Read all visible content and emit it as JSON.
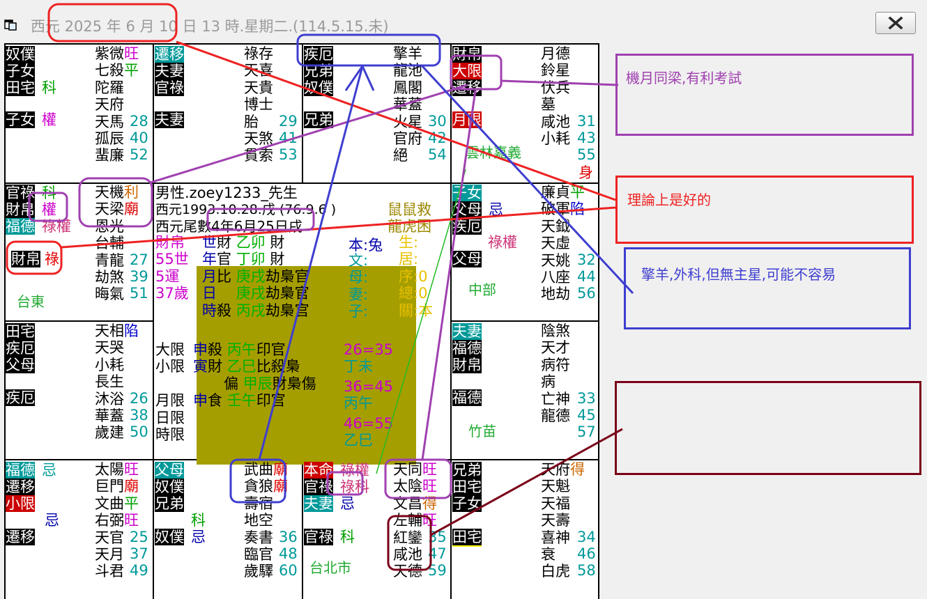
{
  "window": {
    "title": "西元 2025 年 6 月 10 日 13 時.星期二.(114.5.15.未)"
  },
  "colors": {
    "teal": "#009999",
    "red": "#e00000",
    "magenta": "#cc00cc",
    "green": "#00a000",
    "navy": "#0000aa",
    "olive": "#a59e00",
    "annotation_red": "#ee2222",
    "annotation_purple": "#a040b0",
    "annotation_blue": "#3e3ed0",
    "annotation_maroon": "#7a0018"
  },
  "icons": {
    "app": "window-app-icon",
    "close": "close-x-icon"
  },
  "palace_topleft": {
    "r1": "奴僕",
    "r2": "子女",
    "r3": "田宅",
    "r3b": "科",
    "r5": "子女",
    "r5b": "權",
    "stars": [
      "紫微旺",
      "七殺平",
      "陀羅",
      "天府",
      "天馬",
      "孤辰",
      "蜚廉"
    ],
    "nums": [
      "28",
      "40",
      "52"
    ]
  },
  "palace_top2": {
    "r1": "遷移",
    "r2": "夫妻",
    "r3": "官祿",
    "r5": "夫妻",
    "stars": [
      "祿存",
      "天喜",
      "天貴",
      "博士",
      "胎",
      "天煞",
      "貫索"
    ],
    "nums": [
      "29",
      "41",
      "53"
    ]
  },
  "palace_top3": {
    "r1": "疾厄",
    "r2": "兄弟",
    "r3": "奴僕",
    "r5": "兄弟",
    "stars": [
      "擎羊",
      "龍池",
      "鳳閣",
      "華蓋",
      "火星",
      "官府",
      "絕"
    ],
    "nums": [
      "30",
      "42",
      "54"
    ]
  },
  "palace_topright": {
    "r1": "財帛",
    "r2": "大限",
    "r3": "遷移",
    "r5": "月限",
    "place": "雲林嘉義",
    "shen": "身",
    "stars": [
      "月德",
      "鈴星",
      "伏兵",
      "墓",
      "咸池",
      "小耗"
    ],
    "nums": [
      "31",
      "43",
      "55"
    ]
  },
  "palace_midleft1": {
    "r1": "官祿",
    "r1b": "科",
    "r2": "財帛",
    "r2b": "權",
    "r3": "福德",
    "r3b": "祿權",
    "r4": "財帛",
    "r4b": "祿",
    "place": "台東",
    "stars": [
      "天機利",
      "天梁廟",
      "恩光",
      "台輔",
      "青龍",
      "劫煞",
      "晦氣"
    ],
    "nums": [
      "27",
      "39",
      "51"
    ]
  },
  "center": {
    "l1": "男性.zoey1233_先生",
    "l2": "西元1993.10.28.戌 (76.9.6 )",
    "l3": "西元尾數4年6月25日戌",
    "brand1": "鼠鼠救",
    "brand2": "龍虎困",
    "side": [
      "財帛",
      "55世",
      "5運",
      "37歲"
    ],
    "pillars": [
      {
        "a": "世",
        "b": "財",
        "c": "乙卯",
        "d": "財"
      },
      {
        "a": "年",
        "b": "官",
        "c": "丁卯",
        "d": "財"
      },
      {
        "a": "月",
        "b": "比",
        "c": "庚戌",
        "d": "劫梟官"
      },
      {
        "a": "日",
        "b": "",
        "c": "庚戌",
        "d": "劫梟官"
      },
      {
        "a": "時",
        "b": "殺",
        "c": "丙戌",
        "d": "劫梟官"
      }
    ],
    "ben": "本:兔",
    "info": [
      "文:",
      "母:",
      "妻:",
      "子:"
    ],
    "yellow": [
      "生:",
      "居:",
      "序:0",
      "總:0",
      "關:本"
    ],
    "limits": [
      {
        "a": "大限",
        "b": "申",
        "c": "殺",
        "d": "丙午",
        "e": "印官"
      },
      {
        "a": "小限",
        "b": "寅",
        "c": "財",
        "d": "乙巳",
        "e": "比殺梟"
      },
      {
        "a": "",
        "b": "",
        "c": "偏",
        "d": "甲辰",
        "e": "財梟傷"
      },
      {
        "a": "月限",
        "b": "申",
        "c": "食",
        "d": "壬午",
        "e": "印官"
      }
    ],
    "dates": [
      "日限",
      "時限"
    ],
    "ages": [
      "26=35",
      "丁未",
      "36=45",
      "丙午",
      "46=55",
      "乙巳"
    ]
  },
  "palace_midright1": {
    "r1": "子女",
    "r2": "父母",
    "r2b": "忌",
    "r3": "疾厄",
    "r3b": "祿權",
    "r4": "父母",
    "place": "中部",
    "stars": [
      "廉貞平",
      "破軍陷",
      "天鉞",
      "天虛",
      "天姚",
      "八座",
      "地劫"
    ],
    "nums": [
      "32",
      "44",
      "56"
    ]
  },
  "palace_midleft2": {
    "r1": "田宅",
    "r2": "疾厄",
    "r3": "父母",
    "r4": "疾厄",
    "stars": [
      "天相陷",
      "天哭",
      "小耗",
      "長生",
      "沐浴",
      "華蓋",
      "歲建"
    ],
    "nums": [
      "26",
      "38",
      "50"
    ]
  },
  "palace_midright2": {
    "r1": "夫妻",
    "r2": "福德",
    "r3": "財帛",
    "r4": "福德",
    "place": "竹苗",
    "stars": [
      "陰煞",
      "天才",
      "病符",
      "病",
      "亡神",
      "龍德"
    ],
    "nums": [
      "33",
      "45",
      "57"
    ]
  },
  "palace_botleft": {
    "r1": "福德",
    "r1b": "忌",
    "r2": "遷移",
    "r3": "小限",
    "r3b": "忌",
    "r4": "遷移",
    "stars": [
      "太陽旺",
      "巨門廟",
      "文曲平",
      "右弼旺",
      "天官",
      "天月",
      "斗君"
    ],
    "nums": [
      "25",
      "37",
      "49"
    ]
  },
  "palace_bot2": {
    "r1": "父母",
    "r2": "奴僕",
    "r3": "兄弟",
    "r4": "科",
    "r5": "奴僕",
    "r5b": "忌",
    "stars": [
      "武曲廟",
      "貪狼廟",
      "壽宿",
      "地空",
      "奏書",
      "臨官",
      "歲驛"
    ],
    "nums": [
      "36",
      "48",
      "60"
    ]
  },
  "palace_bot3": {
    "r1": "本命",
    "r1b": "祿權",
    "r2": "官祿",
    "r2b": "祿科",
    "r3": "夫妻",
    "r3b": "忌",
    "r4": "官祿",
    "r4b": "科",
    "place": "台北市",
    "stars": [
      "天同旺",
      "太陰旺",
      "文昌得",
      "左輔旺",
      "紅鑾",
      "咸池",
      "天德"
    ],
    "nums": [
      "35",
      "47",
      "59"
    ]
  },
  "palace_botright": {
    "r1": "兄弟",
    "r2": "田宅",
    "r3": "子女",
    "r4": "田宅",
    "stars": [
      "天府得",
      "天魁",
      "天福",
      "天壽",
      "喜神",
      "衰",
      "白虎"
    ],
    "nums": [
      "34",
      "46",
      "58"
    ]
  },
  "notes": {
    "purple": "機月同梁,有利考試",
    "red": "理論上是好的",
    "blue": "擎羊,外科,但無主星,可能不容易",
    "maroon": ""
  }
}
